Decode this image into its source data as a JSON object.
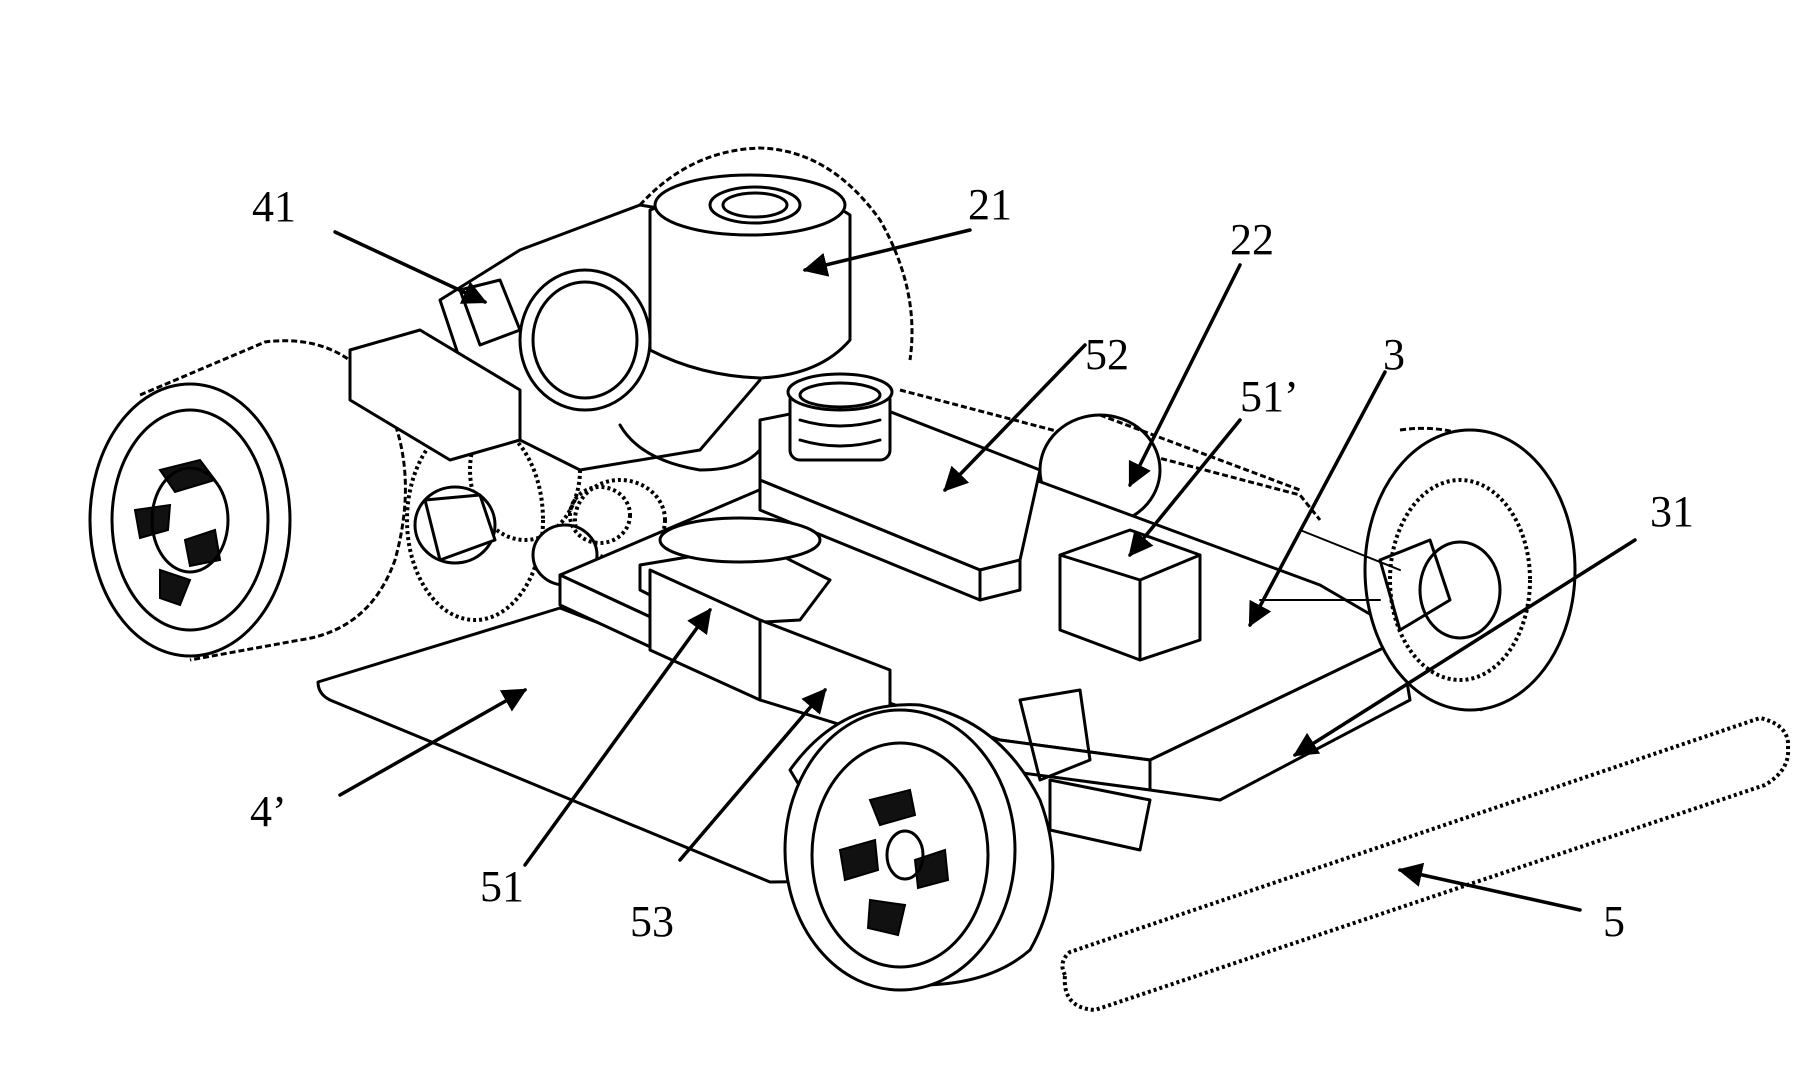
{
  "labels": {
    "l41": "41",
    "l21": "21",
    "l22": "22",
    "l52": "52",
    "l51p": "51’",
    "l3": "3",
    "l31": "31",
    "l4p": "4’",
    "l51": "51",
    "l53": "53",
    "l5": "5"
  },
  "colors": {
    "ink": "#000000",
    "paper": "#ffffff"
  }
}
